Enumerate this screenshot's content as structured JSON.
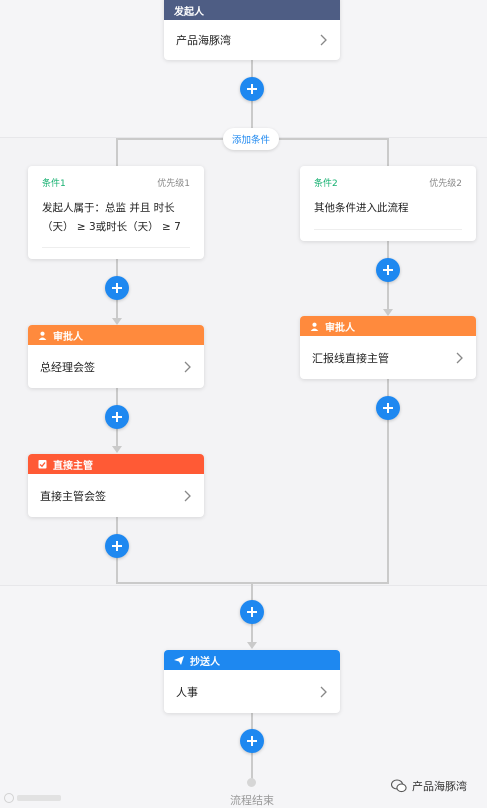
{
  "colors": {
    "header_initiator": "#4e5d84",
    "header_approver": "#ff8a3d",
    "header_manager": "#ff5a35",
    "header_cc": "#1e88f0",
    "add_button": "#1e88f0",
    "condition_title": "#15b070",
    "connector": "#cacaca"
  },
  "initiator": {
    "header": "发起人",
    "body": "产品海豚湾"
  },
  "add_condition_label": "添加条件",
  "branches": [
    {
      "condition": {
        "title": "条件1",
        "priority": "优先级1",
        "text_line1": "发起人属于：总监 并且 时长",
        "text_line2": "（天） ≥ 3或时长（天） ≥ 7"
      },
      "approver_card": {
        "header": "审批人",
        "icon": "user-icon",
        "body": "总经理会签"
      },
      "manager_card": {
        "header": "直接主管",
        "icon": "clipboard-icon",
        "body": "直接主管会签"
      }
    },
    {
      "condition": {
        "title": "条件2",
        "priority": "优先级2",
        "text_line1": "其他条件进入此流程"
      },
      "approver_card": {
        "header": "审批人",
        "icon": "user-icon",
        "body": "汇报线直接主管"
      }
    }
  ],
  "cc_card": {
    "header": "抄送人",
    "icon": "send-icon",
    "body": "人事"
  },
  "end_label": "流程结束",
  "watermark": {
    "text": "产品海豚湾",
    "icon": "wechat-icon"
  }
}
